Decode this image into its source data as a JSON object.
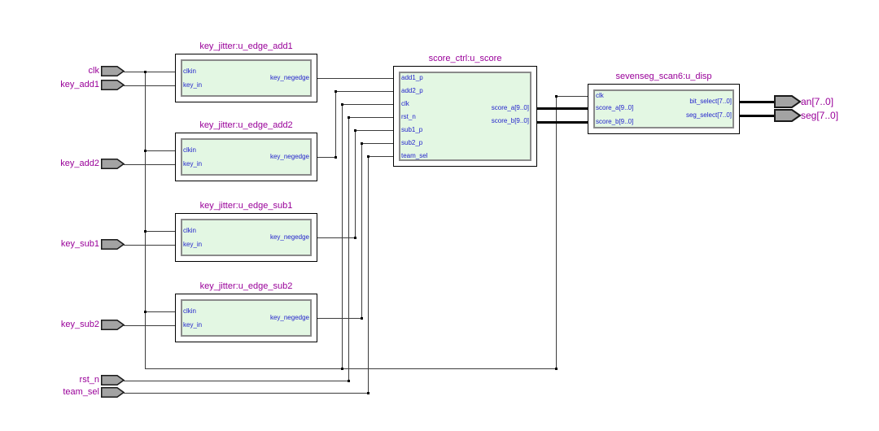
{
  "modules": [
    {
      "title": "key_jitter:u_edge_add1",
      "inputs": [
        "clkin",
        "key_in"
      ],
      "outputs": [
        "key_negedge"
      ]
    },
    {
      "title": "key_jitter:u_edge_add2",
      "inputs": [
        "clkin",
        "key_in"
      ],
      "outputs": [
        "key_negedge"
      ]
    },
    {
      "title": "key_jitter:u_edge_sub1",
      "inputs": [
        "clkin",
        "key_in"
      ],
      "outputs": [
        "key_negedge"
      ]
    },
    {
      "title": "key_jitter:u_edge_sub2",
      "inputs": [
        "clkin",
        "key_in"
      ],
      "outputs": [
        "key_negedge"
      ]
    },
    {
      "title": "score_ctrl:u_score",
      "inputs": [
        "add1_p",
        "add2_p",
        "clk",
        "rst_n",
        "sub1_p",
        "sub2_p",
        "team_sel"
      ],
      "outputs": [
        "score_a[9..0]",
        "score_b[9..0]"
      ]
    },
    {
      "title": "sevenseg_scan6:u_disp",
      "inputs": [
        "clk",
        "score_a[9..0]",
        "score_b[9..0]"
      ],
      "outputs": [
        "bit_select[7..0]",
        "seg_select[7..0]"
      ]
    }
  ],
  "pins": {
    "inputs": [
      "clk",
      "key_add1",
      "key_add2",
      "key_sub1",
      "key_sub2",
      "rst_n",
      "team_sel"
    ],
    "outputs": [
      "an[7..0]",
      "seg[7..0]"
    ]
  },
  "colors": {
    "background": "#ffffff",
    "title-color": "#990099",
    "port-label-color": "#2323cc",
    "module-fill": "#e3f7e3",
    "module-border": "#000000",
    "inner-border": "#8a8a8a",
    "pin-fill": "#a3a3a3",
    "pin-border": "#1a1a1a",
    "wire-color": "#3c3c3c",
    "bus-color": "#000000"
  }
}
